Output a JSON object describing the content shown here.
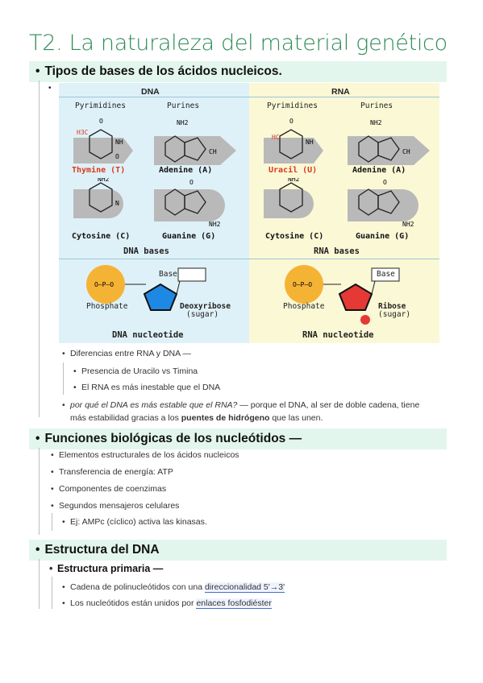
{
  "title": "T2. La naturaleza del material genético",
  "sections": {
    "s1": "Tipos de bases de los ácidos nucleicos.",
    "s2": "Funciones biológicas de los nucleótidos —",
    "s3": "Estructura del DNA"
  },
  "figure": {
    "dna_header": "DNA",
    "rna_header": "RNA",
    "pyrimidines": "Pyrimidines",
    "purines": "Purines",
    "dna_pyr1": "Thymine (T)",
    "dna_pur1": "Adenine (A)",
    "dna_pyr2": "Cytosine (C)",
    "dna_pur2": "Guanine (G)",
    "rna_pyr1": "Uracil (U)",
    "rna_pur1": "Adenine (A)",
    "rna_pyr2": "Cytosine (C)",
    "rna_pur2": "Guanine (G)",
    "dna_bases": "DNA bases",
    "rna_bases": "RNA bases",
    "phosphate": "Phosphate",
    "base": "Base",
    "deoxyribose": "Deoxyribose",
    "ribose": "Ribose",
    "sugar": "(sugar)",
    "dna_nucleotide": "DNA nucleotide",
    "rna_nucleotide": "RNA nucleotide",
    "colors": {
      "thymine_uracil": "#d93a1a",
      "dna_sugar": "#1e88e5",
      "rna_sugar": "#e53935",
      "phosphate": "#f5b335"
    }
  },
  "list1": {
    "diff": "Diferencias entre RNA y DNA —",
    "diff_a": "Presencia de Uracilo vs Timina",
    "diff_b": "El RNA es más inestable que el DNA",
    "q_italic": "por qué el DNA es más estable que el RNA?",
    "q_rest": " — porque el DNA, al ser de doble cadena, tiene",
    "q_line2_pre": "más estabilidad gracias a los ",
    "q_bold": "puentes de hidrógeno",
    "q_line2_post": " que las unen."
  },
  "list2": {
    "a": "Elementos estructurales de los ácidos nucleicos",
    "b": "Transferencia de energía: ATP",
    "c": "Componentes de coenzimas",
    "d": "Segundos mensajeros celulares",
    "d1": "Ej: AMPc (cíclico) activa las kinasas."
  },
  "list3": {
    "head": "Estructura primaria —",
    "a_pre": "Cadena de polinucleótidos con una ",
    "a_hl": "direccionalidad 5'→3'",
    "b_pre": "Los nucleótidos están unidos por ",
    "b_hl": "enlaces fosfodiéster"
  }
}
